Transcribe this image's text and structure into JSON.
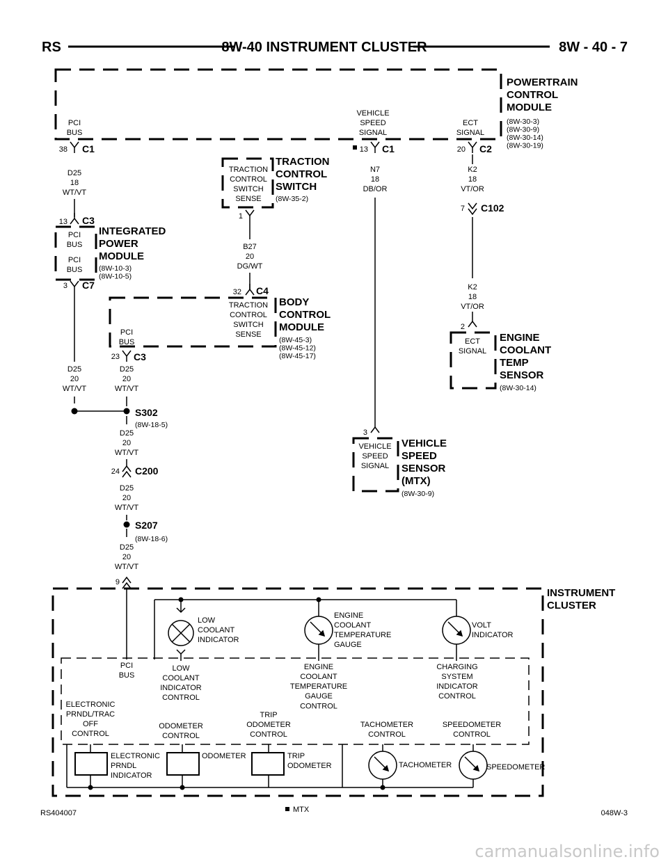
{
  "header": {
    "left": "RS",
    "title": "8W-40 INSTRUMENT CLUSTER",
    "page": "8W - 40 - 7"
  },
  "footer": {
    "left": "RS404007",
    "mtx_note": "MTX",
    "right": "048W-3"
  },
  "watermark": "carmanualsonline.info",
  "components": {
    "pcm": {
      "name": [
        "POWERTRAIN",
        "CONTROL",
        "MODULE"
      ],
      "refs": [
        "(8W-30-3)",
        "(8W-30-9)",
        "(8W-30-14)",
        "(8W-30-19)"
      ]
    },
    "tcs": {
      "name": [
        "TRACTION",
        "CONTROL",
        "SWITCH"
      ],
      "refs": [
        "(8W-35-2)"
      ]
    },
    "ipm": {
      "name": [
        "INTEGRATED",
        "POWER",
        "MODULE"
      ],
      "refs": [
        "(8W-10-3)",
        "(8W-10-5)"
      ]
    },
    "bcm": {
      "name": [
        "BODY",
        "CONTROL",
        "MODULE"
      ],
      "refs": [
        "(8W-45-3)",
        "(8W-45-12)",
        "(8W-45-17)"
      ]
    },
    "ects": {
      "name": [
        "ENGINE",
        "COOLANT",
        "TEMP",
        "SENSOR"
      ],
      "refs": [
        "(8W-30-14)"
      ]
    },
    "vss": {
      "name": [
        "VEHICLE",
        "SPEED",
        "SENSOR",
        "(MTX)"
      ],
      "refs": [
        "(8W-30-9)"
      ]
    },
    "ic": {
      "name": [
        "INSTRUMENT",
        "CLUSTER"
      ],
      "refs": []
    }
  },
  "inner_labels": {
    "pcm_pci": [
      "PCI",
      "BUS"
    ],
    "pcm_vss": [
      "VEHICLE",
      "SPEED",
      "SIGNAL"
    ],
    "pcm_ect": [
      "ECT",
      "SIGNAL"
    ],
    "tcs_sense": [
      "TRACTION",
      "CONTROL",
      "SWITCH",
      "SENSE"
    ],
    "ipm_pci1": [
      "PCI",
      "BUS"
    ],
    "ipm_pci2": [
      "PCI",
      "BUS"
    ],
    "bcm_tcs": [
      "TRACTION",
      "CONTROL",
      "SWITCH",
      "SENSE"
    ],
    "bcm_pci": [
      "PCI",
      "BUS"
    ],
    "ects_sig": [
      "ECT",
      "SIGNAL"
    ],
    "vss_sig": [
      "VEHICLE",
      "SPEED",
      "SIGNAL"
    ]
  },
  "connectors": {
    "pcm_c1_pci": {
      "pin": "38",
      "name": "C1"
    },
    "pcm_c1_vss": {
      "pin": "13",
      "name": "C1"
    },
    "pcm_c2": {
      "pin": "20",
      "name": "C2"
    },
    "ipm_c3": {
      "pin": "13",
      "name": "C3"
    },
    "ipm_c7": {
      "pin": "3",
      "name": "C7"
    },
    "tcs_pin": {
      "pin": "1"
    },
    "bcm_c4": {
      "pin": "32",
      "name": "C4"
    },
    "bcm_c3": {
      "pin": "23",
      "name": "C3"
    },
    "c102": {
      "pin": "7",
      "name": "C102"
    },
    "ects_pin": {
      "pin": "2"
    },
    "vss_pin": {
      "pin": "3"
    },
    "c200": {
      "pin": "24",
      "name": "C200"
    },
    "ic_pin": {
      "pin": "9"
    }
  },
  "wires": {
    "w1": [
      "D25",
      "18",
      "WT/VT"
    ],
    "w2": [
      "B27",
      "20",
      "DG/WT"
    ],
    "w3": [
      "N7",
      "18",
      "DB/OR"
    ],
    "w4": [
      "K2",
      "18",
      "VT/OR"
    ],
    "w5": [
      "K2",
      "18",
      "VT/OR"
    ],
    "w6": [
      "D25",
      "20",
      "WT/VT"
    ],
    "w7": [
      "D25",
      "20",
      "WT/VT"
    ],
    "w8": [
      "D25",
      "20",
      "WT/VT"
    ],
    "w9": [
      "D25",
      "20",
      "WT/VT"
    ],
    "w10": [
      "D25",
      "20",
      "WT/VT"
    ]
  },
  "splices": {
    "s302": {
      "name": "S302",
      "ref": "(8W-18-5)"
    },
    "s207": {
      "name": "S207",
      "ref": "(8W-18-6)"
    }
  },
  "cluster": {
    "low_coolant": [
      "LOW",
      "COOLANT",
      "INDICATOR"
    ],
    "ect_gauge": [
      "ENGINE",
      "COOLANT",
      "TEMPERATURE",
      "GAUGE"
    ],
    "volt": [
      "VOLT",
      "INDICATOR"
    ],
    "pci_bus": [
      "PCI",
      "BUS"
    ],
    "low_coolant_ctrl": [
      "LOW",
      "COOLANT",
      "INDICATOR",
      "CONTROL"
    ],
    "ect_gauge_ctrl": [
      "ENGINE",
      "COOLANT",
      "TEMPERATURE",
      "GAUGE",
      "CONTROL"
    ],
    "charging_ctrl": [
      "CHARGING",
      "SYSTEM",
      "INDICATOR",
      "CONTROL"
    ],
    "prndl_ctrl": [
      "ELECTRONIC",
      "PRNDL/TRAC",
      "OFF",
      "CONTROL"
    ],
    "odo_ctrl": [
      "ODOMETER",
      "CONTROL"
    ],
    "trip_ctrl": [
      "TRIP",
      "ODOMETER",
      "CONTROL"
    ],
    "tach_ctrl": [
      "TACHOMETER",
      "CONTROL"
    ],
    "speedo_ctrl": [
      "SPEEDOMETER",
      "CONTROL"
    ],
    "prndl_ind": [
      "ELECTRONIC",
      "PRNDL",
      "INDICATOR"
    ],
    "odometer": [
      "ODOMETER"
    ],
    "trip_odo": [
      "TRIP",
      "ODOMETER"
    ],
    "tachometer": [
      "TACHOMETER"
    ],
    "speedometer": [
      "SPEEDOMETER"
    ]
  }
}
